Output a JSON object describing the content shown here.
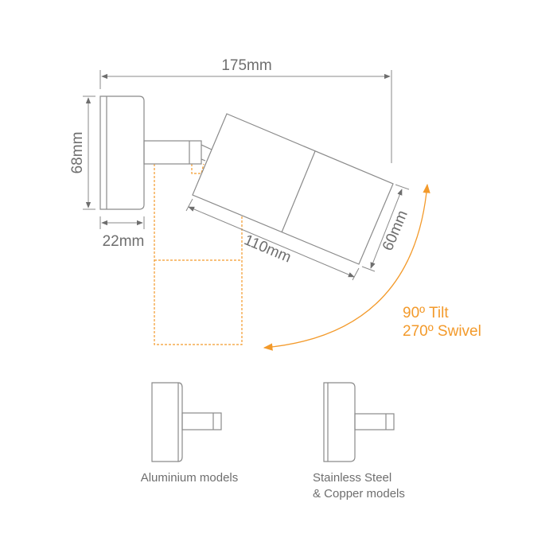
{
  "dimensions": {
    "overall_width": "175mm",
    "plate_height": "68mm",
    "plate_depth": "22mm",
    "head_length": "110mm",
    "head_diameter": "60mm"
  },
  "adjustment": {
    "tilt": "90º Tilt",
    "swivel": "270º Swivel"
  },
  "models": {
    "aluminium": "Aluminium models",
    "steel_line1": "Stainless Steel",
    "steel_line2": "& Copper models"
  },
  "colors": {
    "line": "#8a8a8a",
    "accent": "#f39a2b",
    "text": "#6e6e6e"
  }
}
